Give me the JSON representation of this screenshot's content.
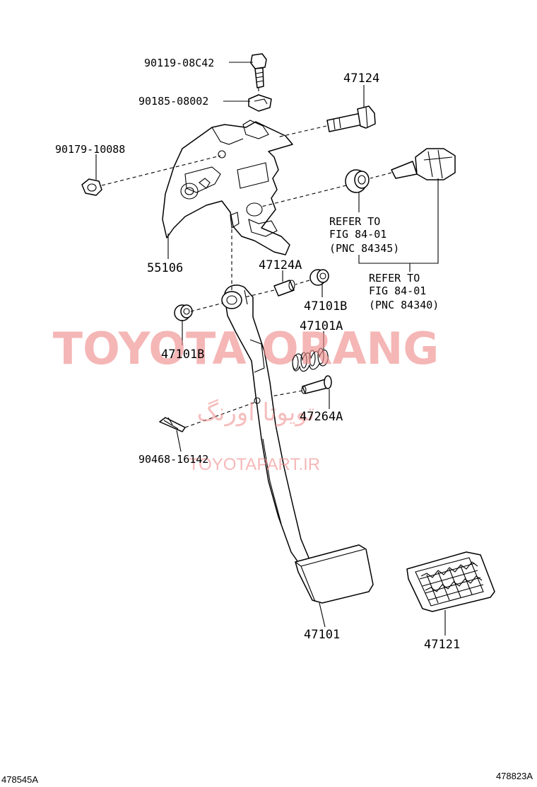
{
  "parts": [
    {
      "id": "p1",
      "number": "90119-08C42"
    },
    {
      "id": "p2",
      "number": "90185-08002"
    },
    {
      "id": "p3",
      "number": "47124"
    },
    {
      "id": "p4",
      "number": "90179-10088"
    },
    {
      "id": "p5",
      "number": "55106"
    },
    {
      "id": "p6",
      "number": "47124A"
    },
    {
      "id": "p7",
      "number": "47101B"
    },
    {
      "id": "p8",
      "number": "47101B"
    },
    {
      "id": "p9",
      "number": "47101A"
    },
    {
      "id": "p10",
      "number": "47264A"
    },
    {
      "id": "p11",
      "number": "90468-16142"
    },
    {
      "id": "p12",
      "number": "47101"
    },
    {
      "id": "p13",
      "number": "47121"
    }
  ],
  "references": [
    {
      "lines": [
        "REFER TO",
        "FIG 84-01",
        "(PNC 84345)"
      ]
    },
    {
      "lines": [
        "REFER TO",
        "FIG 84-01",
        "(PNC 84340)"
      ]
    }
  ],
  "watermarks": {
    "brand": "TOYOTA ORANG",
    "persian": "تویوتا اورنگ",
    "url": "TOYOTAPART.IR"
  },
  "footer": {
    "left_code": "478545A",
    "right_code": "478823A"
  }
}
